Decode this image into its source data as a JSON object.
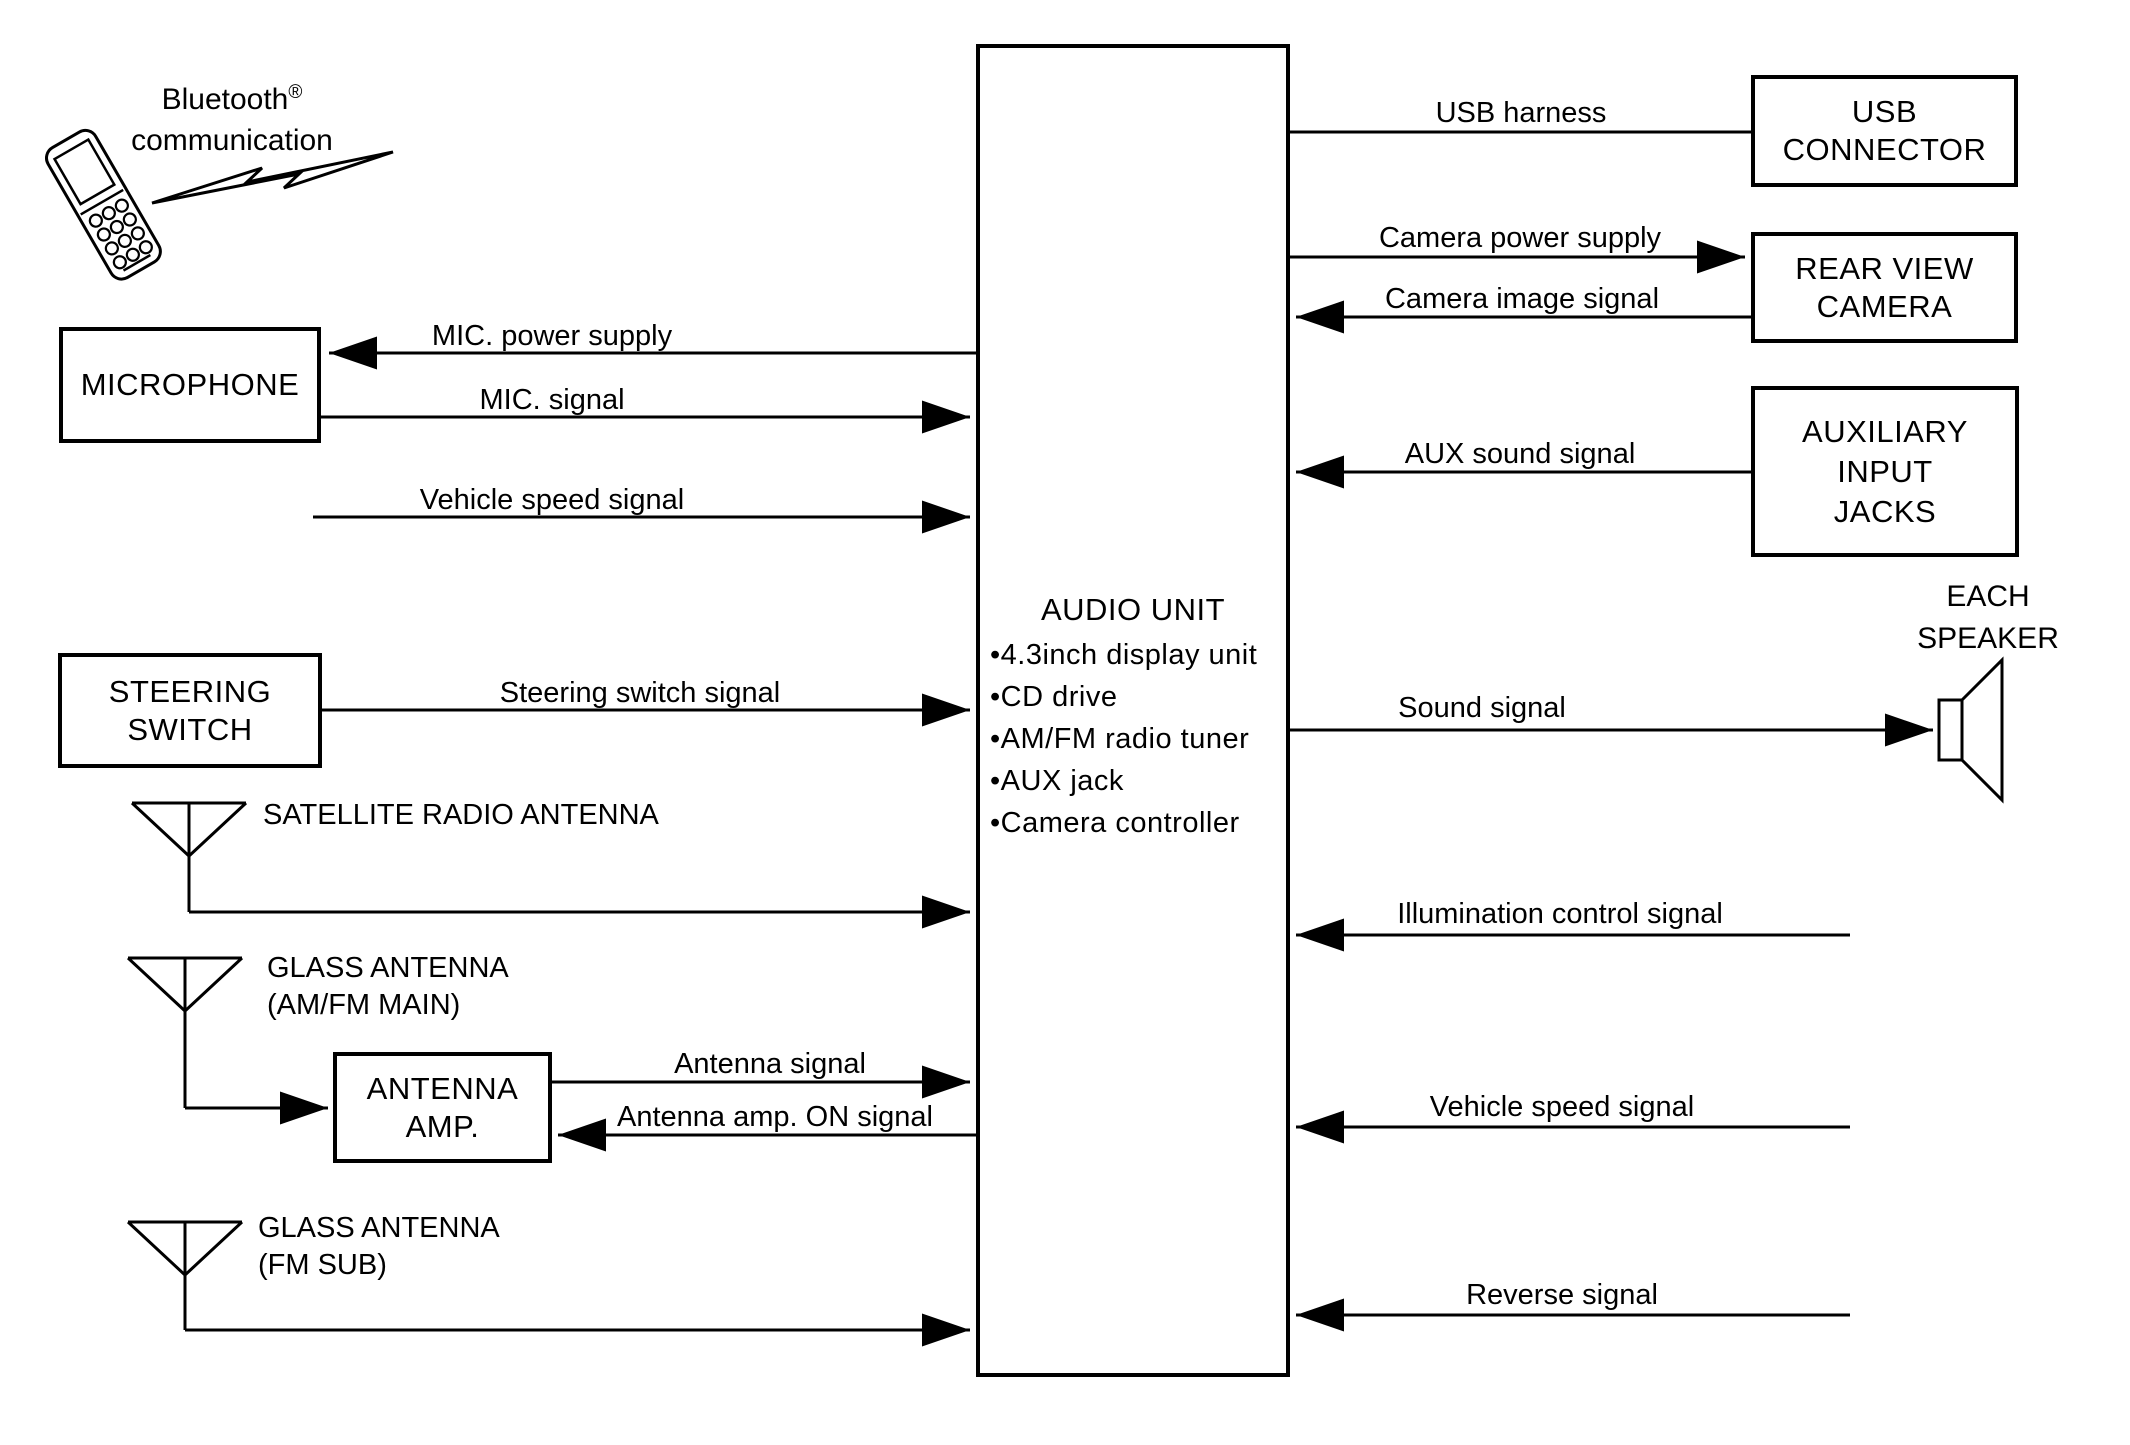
{
  "bluetooth": {
    "name": "Bluetooth",
    "reg": "®",
    "line2": "communication"
  },
  "boxes": {
    "microphone": "MICROPHONE",
    "steering_switch": "STEERING\nSWITCH",
    "antenna_amp": "ANTENNA\nAMP.",
    "usb_connector": "USB\nCONNECTOR",
    "rear_view_camera": "REAR VIEW\nCAMERA",
    "aux_input_jacks": "AUXILIARY\nINPUT\nJACKS"
  },
  "audio_unit": {
    "title": "AUDIO UNIT",
    "features": [
      "•4.3inch display unit",
      "•CD drive",
      "•AM/FM radio tuner",
      "•AUX jack",
      "•Camera controller"
    ]
  },
  "antennas": {
    "satellite": "SATELLITE RADIO ANTENNA",
    "glass_main": "GLASS ANTENNA\n(AM/FM MAIN)",
    "glass_sub": "GLASS ANTENNA\n(FM SUB)"
  },
  "speaker_label": "EACH\nSPEAKER",
  "signals": {
    "mic_power": "MIC. power supply",
    "mic_signal": "MIC. signal",
    "vehicle_speed_left": "Vehicle speed signal",
    "steering": "Steering switch signal",
    "antenna_signal": "Antenna signal",
    "antenna_amp_on": "Antenna amp. ON signal",
    "usb_harness": "USB harness",
    "camera_power": "Camera power supply",
    "camera_image": "Camera image signal",
    "aux_sound": "AUX sound signal",
    "sound": "Sound signal",
    "illumination": "Illumination control signal",
    "vehicle_speed_right": "Vehicle speed signal",
    "reverse": "Reverse signal"
  },
  "colors": {
    "line": "#000000",
    "background": "#ffffff"
  }
}
